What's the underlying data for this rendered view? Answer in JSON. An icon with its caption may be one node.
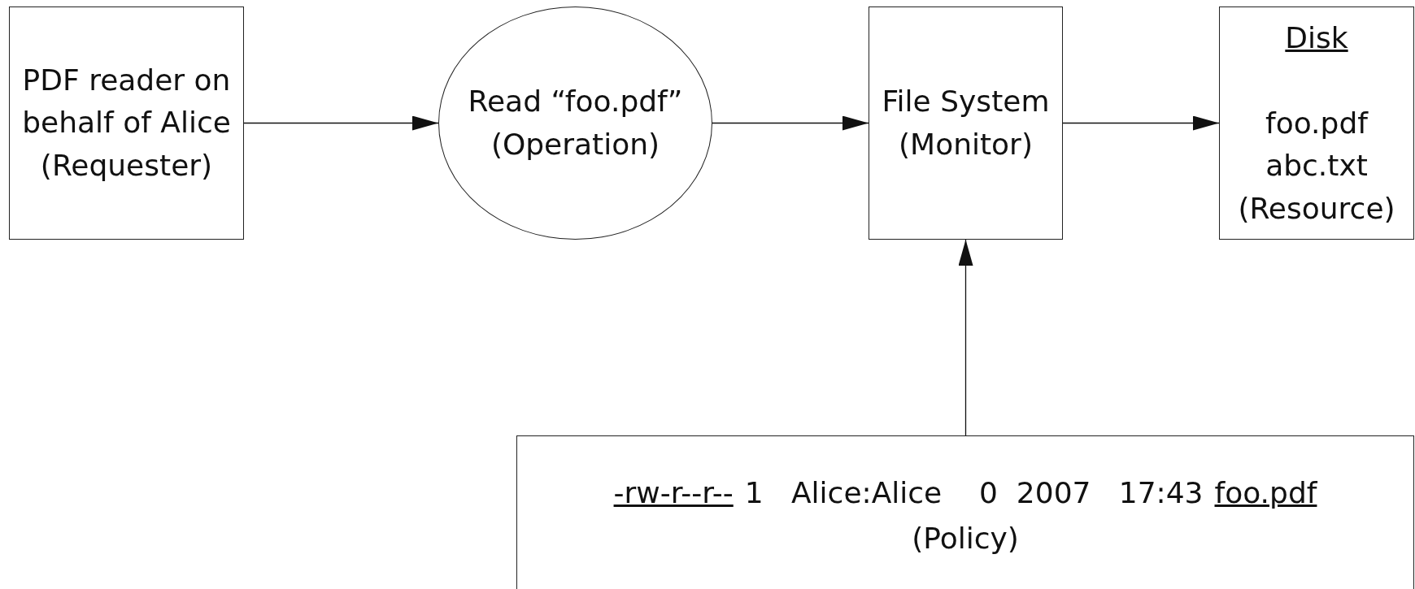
{
  "diagram": {
    "nodes": [
      {
        "text": [
          "PDF reader on behalf of Alice (Requester)"
        ]
      },
      {
        "text": [
          "Read “foo.pdf” (Operation)"
        ]
      },
      {
        "text": [
          "File System (Monitor)"
        ]
      },
      {
        "text": [
          "Disk",
          "foo.pdf abc.txt (Resource)"
        ]
      },
      {
        "text": [
          "-rw-r--r--",
          "1   Alice:Alice    0  2007   17:43",
          "foo.pdf",
          "(Policy)"
        ]
      }
    ],
    "edges": [
      {
        "from": 0,
        "to": 1,
        "arrow": "to"
      },
      {
        "from": 1,
        "to": 2,
        "arrow": "to"
      },
      {
        "from": 2,
        "to": 3,
        "arrow": "to"
      },
      {
        "from": 4,
        "to": 2,
        "arrow": "to"
      }
    ]
  }
}
